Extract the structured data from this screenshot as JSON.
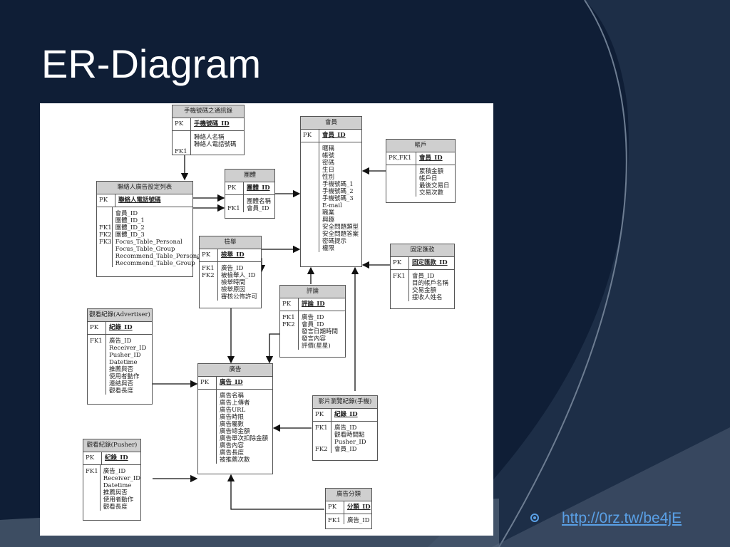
{
  "slide": {
    "title": "ER-Diagram",
    "link": "http://0rz.tw/be4jE"
  },
  "colors": {
    "background": "#0f1e36",
    "accent": "#5aa0e6"
  },
  "diagram": {
    "entities": {
      "phone_contacts": {
        "title": "手機號碼之通訊錄",
        "pk_key": "PK",
        "pk": "手機號碼_ID",
        "keys": "\n\nFK1",
        "attrs": "聯絡人名稱\n聯絡人電話號碼"
      },
      "contact_settings": {
        "title": "聯絡人廣告設定列表",
        "pk_key": "PK",
        "pk": "聯絡人電話號碼",
        "keys": "\n\nFK1\nFK2\nFK3",
        "attrs": "會員_ID\n團體_ID_1\n團體_ID_2\n團體_ID_3\nFocus_Table_Personal\nFocus_Table_Group\nRecommend_Table_Personal\nRecommend_Table_Group"
      },
      "group": {
        "title": "團體",
        "pk_key": "PK",
        "pk": "團體_ID",
        "keys": "\nFK1",
        "attrs": "團體名稱\n會員_ID"
      },
      "member": {
        "title": "會員",
        "pk_key": "PK",
        "pk": "會員_ID",
        "keys": "",
        "attrs": "暱稱\n帳號\n密碼\n生日\n性別\n手機號碼_1\n手機號碼_2\n手機號碼_3\nE-mail\n職業\n興趣\n安全問題類型\n安全問題答案\n密碼提示\n權限"
      },
      "account": {
        "title": "帳戶",
        "pk_key": "PK,FK1",
        "pk": "會員_ID",
        "keys": "",
        "attrs": "累積金額\n帳戶日\n最後交易日\n交易次數"
      },
      "review": {
        "title": "檢舉",
        "pk_key": "PK",
        "pk": "檢舉_ID",
        "keys": "FK1\nFK2",
        "attrs": "廣告_ID\n被檢舉人_ID\n檢舉時間\n檢舉原因\n審核公佈許可"
      },
      "fixed_transfer": {
        "title": "固定匯款",
        "pk_key": "PK",
        "pk": "固定匯款_ID",
        "keys": "FK1",
        "attrs": "會員_ID\n目的帳戶名稱\n交易金額\n接收人姓名"
      },
      "comment": {
        "title": "評論",
        "pk_key": "PK",
        "pk": "評論_ID",
        "keys": "FK1\nFK2",
        "attrs": "廣告_ID\n會員_ID\n發言日期時間\n發言內容\n評價(星星)"
      },
      "view_log_adv": {
        "title": "觀看紀錄(Advertiser)",
        "pk_key": "PK",
        "pk": "紀錄_ID",
        "keys": "FK1",
        "attrs": "廣告_ID\nReceiver_ID\nPusher_ID\nDatetime\n推薦與否\n使用者動作\n連結與否\n觀看長度"
      },
      "ad": {
        "title": "廣告",
        "pk_key": "PK",
        "pk": "廣告_ID",
        "keys": "",
        "attrs": "廣告名稱\n廣告上傳者\n廣告URL\n廣告時限\n廣告屬數\n廣告總金額\n廣告單次扣除金額\n廣告內容\n廣告長度\n被推薦次數"
      },
      "video_log": {
        "title": "影片瀏覽紀錄(手機)",
        "pk_key": "PK",
        "pk": "紀錄_ID",
        "keys": "FK1\n\n\nFK2",
        "attrs": "廣告_ID\n觀看時間點\nPusher_ID\n會員_ID"
      },
      "view_log_pusher": {
        "title": "觀看紀錄(Pusher)",
        "pk_key": "PK",
        "pk": "紀錄_ID",
        "keys": "FK1",
        "attrs": "廣告_ID\nReceiver_ID\nDatetime\n推薦與否\n使用者動作\n觀看長度"
      },
      "ad_category": {
        "title": "廣告分類",
        "pk_key": "PK",
        "pk": "分類_ID",
        "keys": "FK1",
        "attrs": "廣告_ID"
      }
    }
  }
}
